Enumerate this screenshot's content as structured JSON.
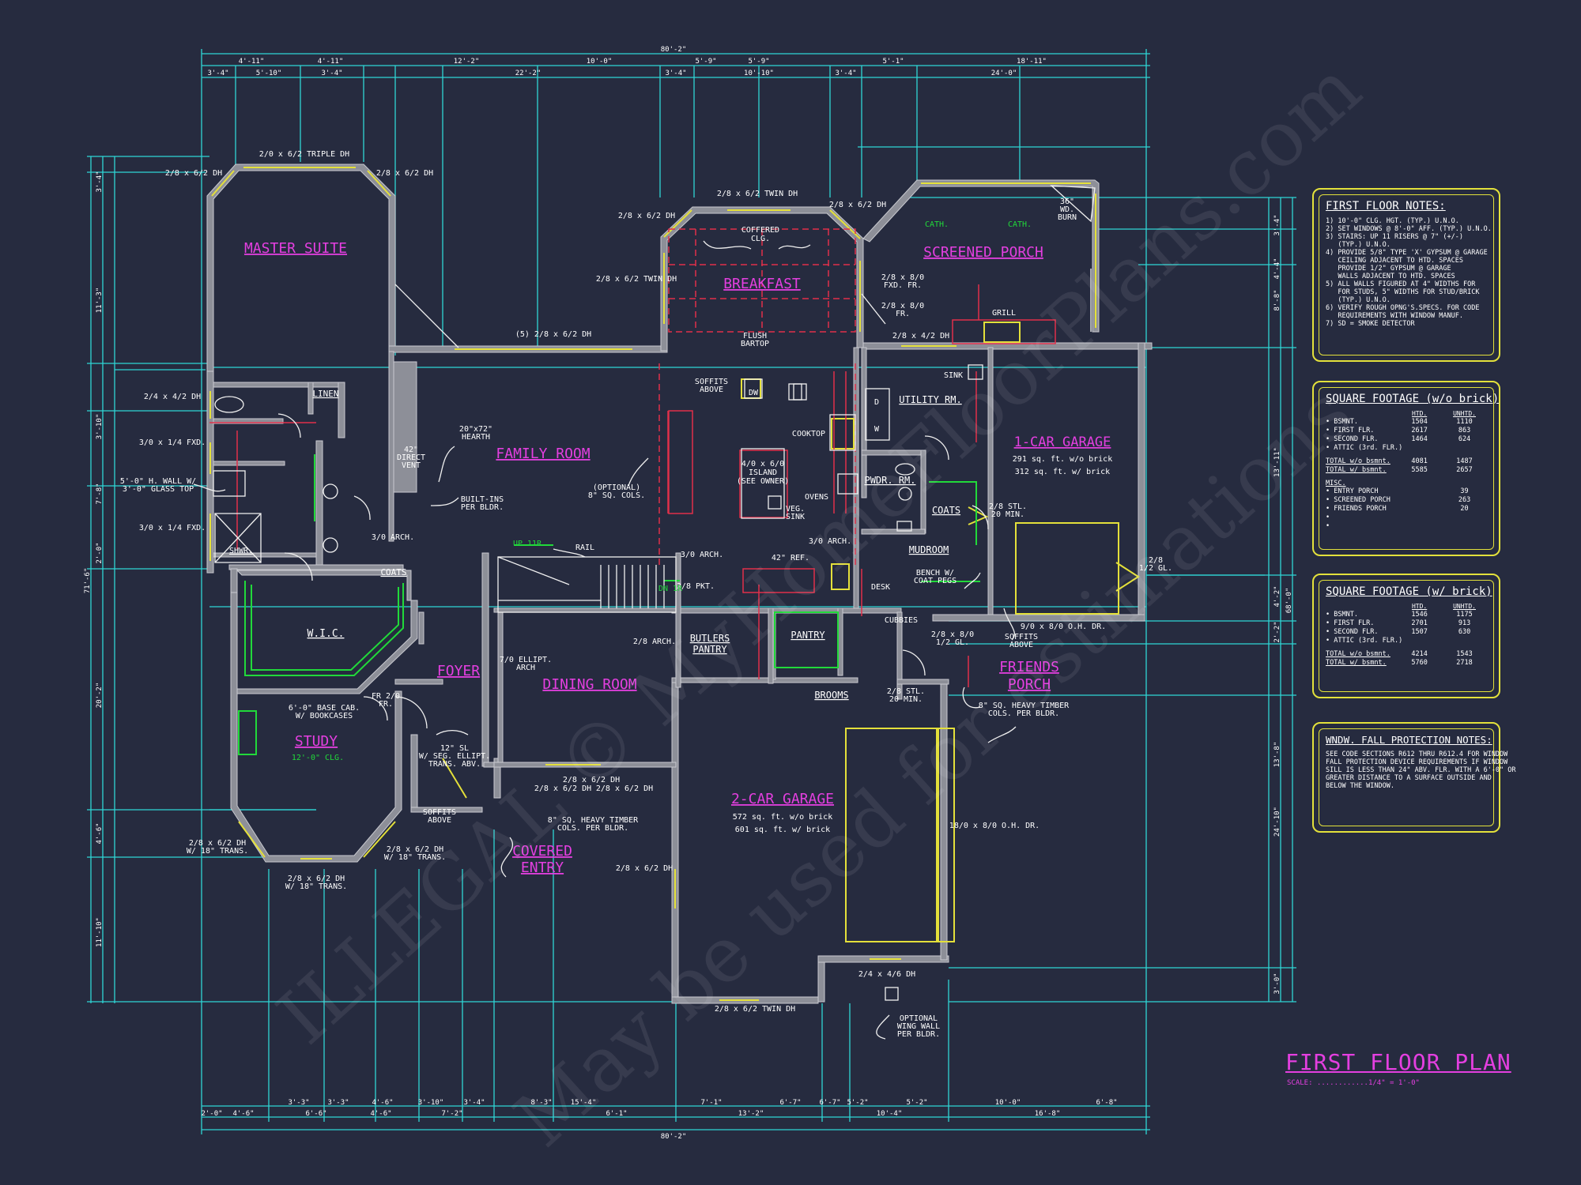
{
  "plan": {
    "title": "FIRST FLOOR PLAN",
    "scale": "SCALE: ............1/4\" = 1'-0\""
  },
  "watermark": {
    "line1": "ILLEGAL © MyHomeFloorPlans.com",
    "line2": "May be used for estimations"
  },
  "rooms": {
    "master_suite": "MASTER SUITE",
    "breakfast": "BREAKFAST",
    "screened_porch": "SCREENED PORCH",
    "family_room": "FAMILY ROOM",
    "one_car_garage": "1-CAR GARAGE",
    "one_car_garage_sf1": "291 sq. ft. w/o brick",
    "one_car_garage_sf2": "312 sq. ft. w/ brick",
    "utility": "UTILITY RM.",
    "pwdr": "PWDR. RM.",
    "coats": "COATS",
    "mudroom": "MUDROOM",
    "wic": "W.I.C.",
    "foyer": "FOYER",
    "dining_room": "DINING ROOM",
    "butlers_pantry_1": "BUTLERS",
    "butlers_pantry_2": "PANTRY",
    "pantry": "PANTRY",
    "friends_porch_1": "FRIENDS",
    "friends_porch_2": "PORCH",
    "study": "STUDY",
    "study_clg": "12'-0\" CLG.",
    "covered_entry_1": "COVERED",
    "covered_entry_2": "ENTRY",
    "two_car_garage": "2-CAR GARAGE",
    "two_car_garage_sf1": "572 sq. ft. w/o brick",
    "two_car_garage_sf2": "601 sq. ft. w/ brick",
    "brooms": "BROOMS",
    "linen": "LINEN",
    "coats2": "COATS",
    "shwr": "SHWR."
  },
  "labels": {
    "triple_dh": "2/0 x 6/2 TRIPLE DH",
    "dh_left": "2/8 x 6/2 DH",
    "dh_right": "2/8 x 6/2 DH",
    "twin_dh_top": "2/8 x 6/2 TWIN DH",
    "dh_bk_left": "2/8 x 6/2 DH",
    "dh_bk_right": "2/8 x 6/2 DH",
    "twin_dh_bk": "2/8 x 6/2 TWIN DH",
    "coffered": "COFFERED",
    "clg": "CLG.",
    "five_dh": "(5) 2/8 x 6/2 DH",
    "fxd1": "2/8 x 8/0",
    "fxd1b": "FXD. FR.",
    "fxd2": "2/8 x 8/0",
    "fxd2b": "FR.",
    "dh_porch": "2/8 x 4/2 DH",
    "flush": "FLUSH",
    "bartop": "BARTOP",
    "soffits": "SOFFITS",
    "above": "ABOVE",
    "dw": "DW",
    "cooktop": "COOKTOP",
    "island1": "4/0 x 6/0",
    "island2": "ISLAND",
    "island3": "(SEE OWNER)",
    "ovens": "OVENS",
    "veg1": "VEG.",
    "veg2": "SINK",
    "sink": "SINK",
    "d": "D",
    "w": "W",
    "cath1": "CATH.",
    "cath2": "CATH.",
    "wd_burn1": "36\"",
    "wd_burn2": "WD.",
    "wd_burn3": "BURN",
    "grill": "GRILL",
    "hearth1": "20\"x72\"",
    "hearth2": "HEARTH",
    "vent1": "42\"",
    "vent2": "DIRECT",
    "vent3": "VENT",
    "builtins1": "BUILT-INS",
    "builtins2": "PER BLDR.",
    "optional1": "(OPTIONAL)",
    "optional2": "8\" SQ. COLS.",
    "arch310": "3/0 ARCH.",
    "arch310b": "3/0 ARCH.",
    "arch310c": "3/0 ARCH.",
    "ref": "42\" REF.",
    "pkt": "2/8 PKT.",
    "arch28": "2/8 ARCH.",
    "rail": "RAIL",
    "up": "UP 11R",
    "dn": "DN 1R",
    "bench1": "BENCH W/",
    "bench2": "COAT PEGS",
    "desk": "DESK",
    "cubbies": "CUBBIES",
    "stl1": "2/8 STL.",
    "stl2": "20 MIN.",
    "stl3": "2/8 STL.",
    "stl4": "20 MIN.",
    "ohdr1": "9/0 x 8/0 O.H. DR.",
    "ohdr2": "18/0 x 8/0 O.H. DR.",
    "half_gl1": "2/8",
    "half_gl2": "1/2 GL.",
    "half_gl3": "2/8 x 8/0",
    "half_gl4": "1/2 GL.",
    "soffits2": "SOFFITS",
    "above2": "ABOVE",
    "timber1": "8\" SQ. HEAVY TIMBER",
    "timber2": "COLS. PER BLDR.",
    "timber3": "8\" SQ. HEAVY TIMBER",
    "timber4": "COLS. PER BLDR.",
    "dh_bath": "2/4 x 4/2 DH",
    "fxd_bath1": "3/0 x 1/4 FXD.",
    "fxd_bath2": "3/0 x 1/4 FXD.",
    "glasswall1": "5'-0\" H. WALL W/",
    "glasswall2": "3'-0\" GLASS TOP",
    "ellipt1": "7/0 ELLIPT.",
    "ellipt2": "ARCH",
    "sl1": "12\" SL",
    "sl2": "W/ SEG. ELLIPT.",
    "sl3": "TRANS. ABV.",
    "dh_dining1": "2/8 x 6/2 DH",
    "dh_dining2": "2/8 x 6/2 DH",
    "dh_dining3": "2/8 x 6/2 DH",
    "base1": "6'-0\" BASE CAB.",
    "base2": "W/ BOOKCASES",
    "fr210": "FR 2/0",
    "fr210b": "FR.",
    "study_dh1": "2/8 x 6/2 DH",
    "study_dh1b": "W/ 18\" TRANS.",
    "study_dh2": "2/8 x 6/2 DH",
    "study_dh2b": "W/ 18\" TRANS.",
    "study_dh3": "2/8 x 6/2 DH",
    "study_dh3b": "W/ 18\" TRANS.",
    "garage_dh1": "2/8 x 6/2 DH",
    "garage_dh2": "2/4 x 4/6 DH",
    "garage_twin": "2/8 x 6/2 TWIN DH",
    "wing1": "OPTIONAL",
    "wing2": "WING WALL",
    "wing3": "PER BLDR."
  },
  "dims_top": [
    "3'-4\"",
    "5'-10\"",
    "3'-4\"",
    "22'-2\"",
    "3'-4\"",
    "10'-10\"",
    "3'-4\"",
    "24'-0\""
  ],
  "dims_top2": [
    "4'-11\"",
    "4'-11\"",
    "12'-2\"",
    "10'-0\"",
    "5'-9\"",
    "5'-9\"",
    "5'-1\"",
    "18'-11\""
  ],
  "dim_overall": "80'-2\"",
  "dims_bottom": [
    "3'-3\"",
    "3'-3\"",
    "4'-6\"",
    "3'-10\"",
    "3'-4\"",
    "8'-3\"",
    "15'-4\"",
    "7'-1\"",
    "6'-7\"",
    "6'-7\"",
    "5'-2\"",
    "5'-2\"",
    "10'-0\"",
    "6'-8\""
  ],
  "dims_bottom2": [
    "2'-0\"",
    "4'-6\"",
    "6'-6\"",
    "4'-6\"",
    "7'-2\"",
    "6'-1\"",
    "13'-2\"",
    "10'-4\"",
    "16'-8\""
  ],
  "dims_left": [
    "3'-4\"",
    "11'-3\"",
    "3'-10\"",
    "7'-8\"",
    "2'-0\"",
    "20'-2\"",
    "4'-6\"",
    "11'-10\""
  ],
  "dim_left_overall": "71'-6\"",
  "dims_right": [
    "3'-4\"",
    "4'-4\"",
    "8'-8\"",
    "13'-11\"",
    "4'-2\"",
    "2'-2\"",
    "13'-8\"",
    "24'-10\"",
    "3'-0\""
  ],
  "dim_right_overall": "68'-0\"",
  "panels": {
    "notes": {
      "title": "FIRST FLOOR NOTES:",
      "lines": [
        "1) 10'-0\" CLG. HGT. (TYP.) U.N.O.",
        "2) SET WINDOWS @ 8'-0\" AFF. (TYP.) U.N.O.",
        "3) STAIRS: UP 11 RISERS @ 7\" (+/-)",
        "   (TYP.) U.N.O.",
        "4) PROVIDE 5/8\" TYPE 'X' GYPSUM @ GARAGE",
        "   CEILING ADJACENT TO HTD. SPACES",
        "   PROVIDE 1/2\" GYPSUM @ GARAGE",
        "   WALLS ADJACENT TO HTD. SPACES",
        "5) ALL WALLS FIGURED AT 4\" WIDTHS FOR",
        "   FOR STUDS, 5\" WIDTHS FOR STUD/BRICK",
        "   (TYP.) U.N.O.",
        "6) VERIFY ROUGH OPNG'S.SPECS. FOR CODE",
        "   REQUIREMENTS WITH WINDOW MANUF.",
        "7) SD = SMOKE DETECTOR"
      ]
    },
    "sqft_no_brick": {
      "title": "SQUARE FOOTAGE (w/o brick)",
      "htd": "HTD.",
      "unhtd": "UNHTD.",
      "rows": [
        {
          "label": "• BSMNT.",
          "htd": "1504",
          "unhtd": "1110"
        },
        {
          "label": "• FIRST FLR.",
          "htd": "2617",
          "unhtd": "863"
        },
        {
          "label": "• SECOND FLR.",
          "htd": "1464",
          "unhtd": "624"
        },
        {
          "label": "• ATTIC (3rd. FLR.)",
          "htd": "",
          "unhtd": ""
        }
      ],
      "totals": [
        {
          "label": "TOTAL w/o bsmnt.",
          "htd": "4081",
          "unhtd": "1487"
        },
        {
          "label": "TOTAL w/ bsmnt.",
          "htd": "5585",
          "unhtd": "2657"
        }
      ],
      "misc_title": "MISC.",
      "misc": [
        {
          "label": "• ENTRY PORCH",
          "value": "39"
        },
        {
          "label": "• SCREENED PORCH",
          "value": "263"
        },
        {
          "label": "• FRIENDS PORCH",
          "value": "20"
        },
        {
          "label": "•",
          "value": ""
        },
        {
          "label": "•",
          "value": ""
        }
      ]
    },
    "sqft_brick": {
      "title": "SQUARE FOOTAGE (w/ brick)",
      "htd": "HTD.",
      "unhtd": "UNHTD.",
      "rows": [
        {
          "label": "• BSMNT.",
          "htd": "1546",
          "unhtd": "1175"
        },
        {
          "label": "• FIRST FLR.",
          "htd": "2701",
          "unhtd": "913"
        },
        {
          "label": "• SECOND FLR.",
          "htd": "1507",
          "unhtd": "630"
        },
        {
          "label": "• ATTIC (3rd. FLR.)",
          "htd": "",
          "unhtd": ""
        }
      ],
      "totals": [
        {
          "label": "TOTAL w/o bsmnt.",
          "htd": "4214",
          "unhtd": "1543"
        },
        {
          "label": "TOTAL w/ bsmnt.",
          "htd": "5760",
          "unhtd": "2718"
        }
      ]
    },
    "fall": {
      "title": "WNDW. FALL PROTECTION NOTES:",
      "lines": [
        "SEE CODE SECTIONS R612 THRU R612.4 FOR WINDOW",
        "FALL PROTECTION DEVICE REQUIREMENTS IF WINDOW",
        "SILL IS LESS THAN 24\" ABV. FLR. WITH A 6'-0\" OR",
        "GREATER DISTANCE TO A SURFACE OUTSIDE AND",
        "BELOW THE WINDOW."
      ]
    }
  },
  "colors": {
    "background": "#262b3f",
    "dimension": "#2fd5d5",
    "room_label": "#e43fe0",
    "window": "#e4e03a",
    "wall": "#8d8f98",
    "casework": "#21d93a",
    "ceiling": "#e0304a"
  }
}
